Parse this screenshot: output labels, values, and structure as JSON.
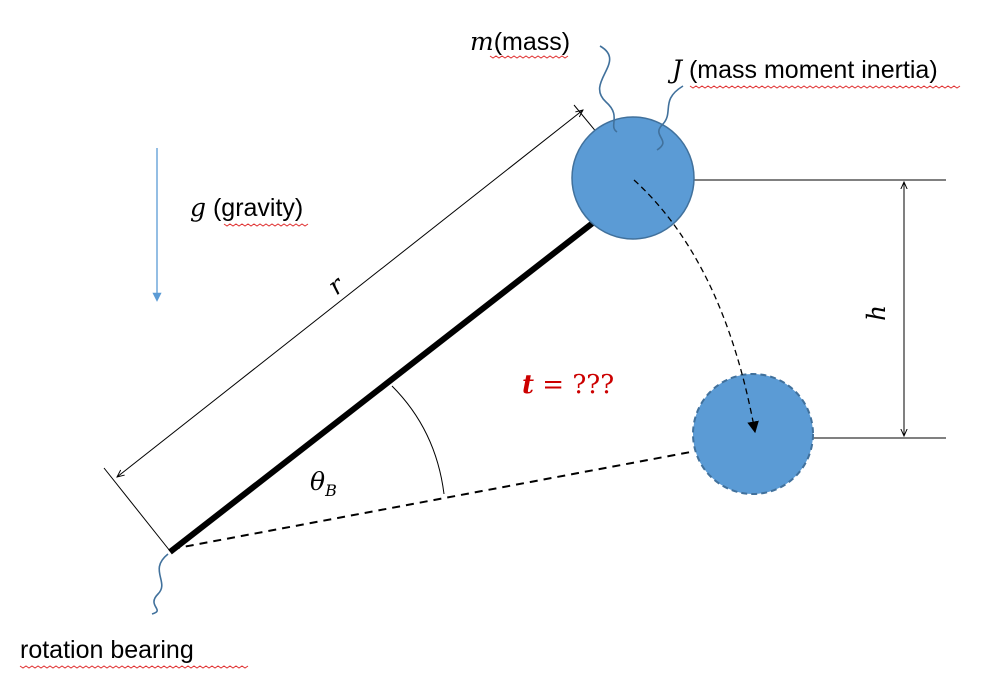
{
  "labels": {
    "mass_symbol": "m",
    "mass_text": "(mass)",
    "inertia_symbol": "J",
    "inertia_text": " (mass moment inertia)",
    "gravity_symbol": "g",
    "gravity_text": " (gravity)",
    "radius_symbol": "r",
    "height_symbol": "h",
    "angle_symbol": "θ",
    "angle_subscript": "B",
    "time_symbol": "t",
    "time_value": " = ???",
    "bearing_text": "rotation bearing"
  },
  "colors": {
    "mass_fill": "#5b9bd5",
    "mass_stroke": "#41719c",
    "gravity_arrow": "#5b9bd5",
    "time_label": "#cc0000",
    "squiggle": "#41719c",
    "spellcheck": "#e03030"
  }
}
